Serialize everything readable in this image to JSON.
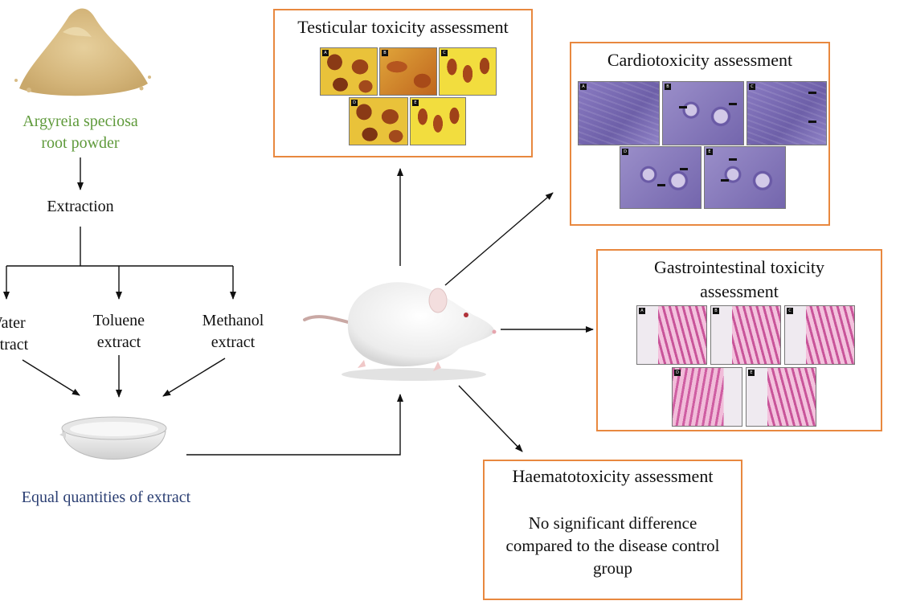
{
  "powder": {
    "label_line1": "Argyreia speciosa",
    "label_line2": "root powder",
    "color": "#5f9a3b"
  },
  "process": {
    "extraction": "Extraction",
    "water": [
      "Water",
      "extract"
    ],
    "toluene": [
      "Toluene",
      "extract"
    ],
    "methanol": [
      "Methanol",
      "extract"
    ],
    "equal": "Equal quantities of extract",
    "equal_color": "#2b3f73"
  },
  "assessments": {
    "testicular": {
      "title": "Testicular toxicity assessment",
      "panels": [
        "A",
        "B",
        "C",
        "D",
        "E"
      ]
    },
    "cardio": {
      "title": "Cardiotoxicity assessment",
      "panels": [
        "A",
        "B",
        "C",
        "D",
        "E"
      ]
    },
    "gastro": {
      "title_line1": "Gastrointestinal toxicity",
      "title_line2": "assessment",
      "panels": [
        "A",
        "B",
        "C",
        "D",
        "E"
      ]
    },
    "haemato": {
      "title": "Haematotoxicity assessment",
      "result_line1": "No significant difference",
      "result_line2": "compared to the disease control",
      "result_line3": "group"
    }
  },
  "box_border_color": "#e8883f"
}
